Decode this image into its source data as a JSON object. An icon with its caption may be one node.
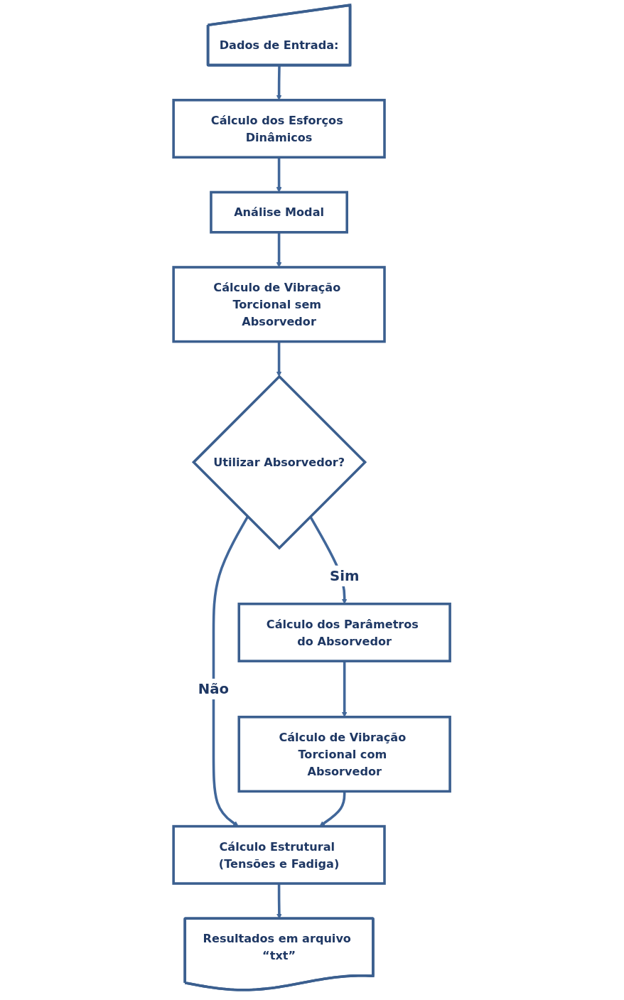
{
  "diagram": {
    "nodes": [
      {
        "text": [
          "Dados de Entrada:"
        ]
      },
      {
        "text": [
          "Cálculo dos Esforços Dinâmicos"
        ]
      },
      {
        "text": [
          "Análise Modal"
        ]
      },
      {
        "text": [
          "Cálculo de Vibração Torcional sem Absorvedor"
        ]
      },
      {
        "text": [
          "Utilizar Absorvedor?"
        ]
      },
      {
        "text": [
          "Cálculo dos Parâmetros do Absorvedor"
        ]
      },
      {
        "text": [
          "Cálculo de Vibração Torcional com Absorvedor"
        ]
      },
      {
        "text": [
          "Cálculo Estrutural (Tensões e Fadiga)"
        ]
      },
      {
        "text": [
          "Resultados em arquivo “txt”"
        ]
      }
    ],
    "edges": [
      {
        "from": 0,
        "to": 1,
        "arrow": "to"
      },
      {
        "from": 1,
        "to": 2,
        "arrow": "to"
      },
      {
        "from": 2,
        "to": 3,
        "arrow": "to"
      },
      {
        "from": 3,
        "to": 4,
        "arrow": "to"
      },
      {
        "from": 4,
        "to": 5,
        "arrow": "to",
        "label": "Sim"
      },
      {
        "from": 5,
        "to": 6,
        "arrow": "to"
      },
      {
        "from": 4,
        "to": 7,
        "arrow": "to",
        "label": "Não"
      },
      {
        "from": 6,
        "to": 7,
        "arrow": "to"
      },
      {
        "from": 7,
        "to": 8,
        "arrow": "to"
      }
    ]
  }
}
